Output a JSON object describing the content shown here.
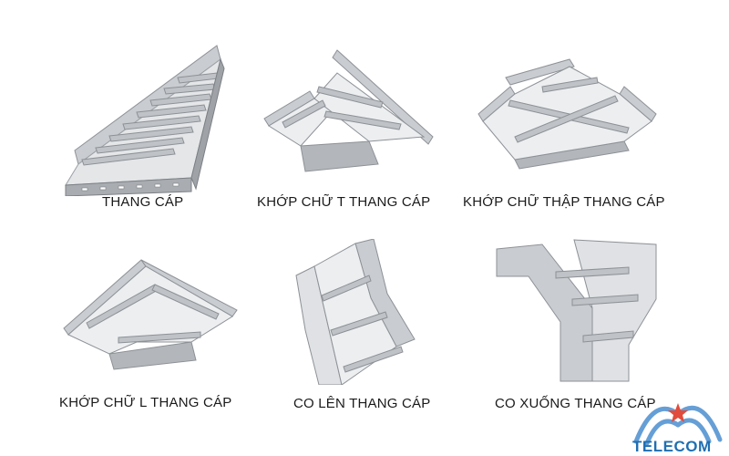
{
  "products": [
    {
      "id": "ladder",
      "label": "THANG CÁP"
    },
    {
      "id": "tee",
      "label": "KHỚP CHỮ T THANG CÁP"
    },
    {
      "id": "cross",
      "label": "KHỚP CHỮ THẬP THANG CÁP"
    },
    {
      "id": "elbow",
      "label": "KHỚP CHỮ L THANG CÁP"
    },
    {
      "id": "riser-up",
      "label": "CO LÊN THANG CÁP"
    },
    {
      "id": "riser-down",
      "label": "CO XUỐNG THANG CÁP"
    }
  ],
  "brand": {
    "name": "TELECOM",
    "icon": "hn-telecom-logo",
    "color": "#1f6fb2"
  },
  "metal_color": "#b9bcc0"
}
